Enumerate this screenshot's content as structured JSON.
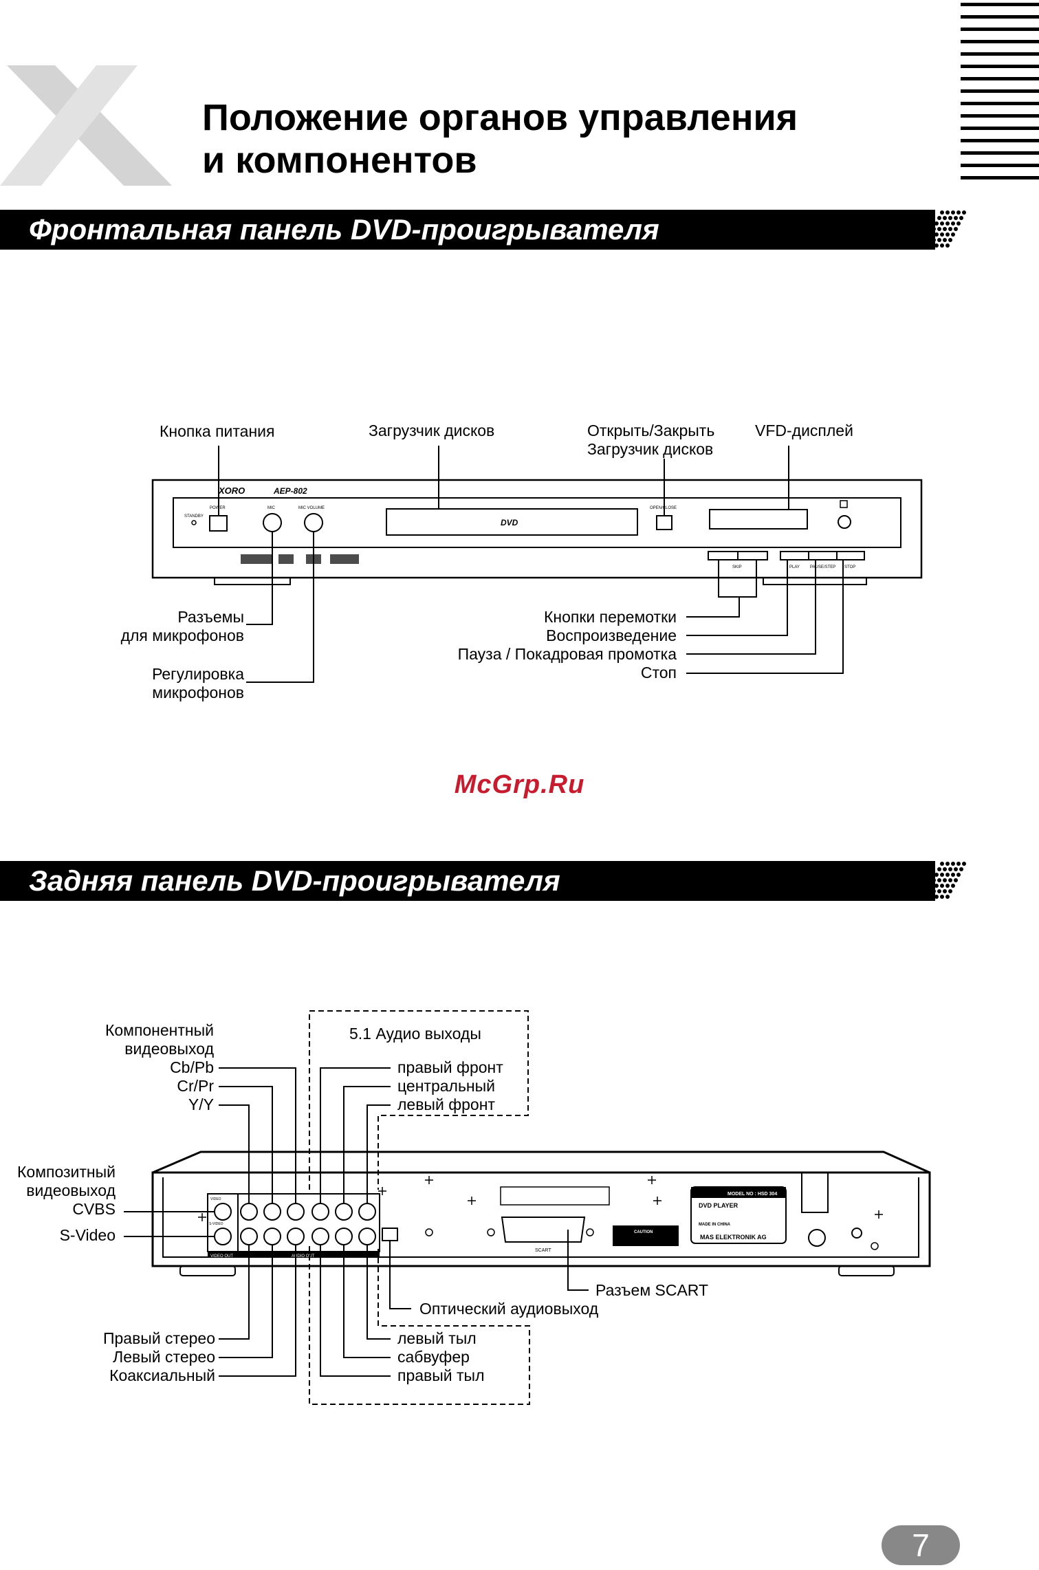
{
  "header": {
    "title_line1": "Положение органов управления",
    "title_line2": "и компонентов",
    "logo_letter": "X"
  },
  "front": {
    "section_title": "Фронтальная панель DVD-проигрывателя",
    "labels": {
      "power_button": "Кнопка питания",
      "disc_loader": "Загрузчик дисков",
      "open_close_l1": "Открыть/Закрыть",
      "open_close_l2": "Загрузчик дисков",
      "vfd": "VFD-дисплей",
      "mic_jacks_l1": "Разъемы",
      "mic_jacks_l2": "для микрофонов",
      "mic_volume_l1": "Регулировка",
      "mic_volume_l2": "микрофонов",
      "skip": "Кнопки перемотки",
      "play": "Воспроизведение",
      "pause": "Пауза / Покадровая промотка",
      "stop": "Стоп"
    },
    "device": {
      "brand": "XORO",
      "model": "AEP-802",
      "standby": "STANDBY",
      "power": "POWER",
      "mic": "MIC",
      "mic_volume": "MIC VOLUME",
      "open_close": "OPEN/CLOSE",
      "dvd": "DVD",
      "skip": "SKIP",
      "play": "PLAY",
      "pause_step": "PAUSE/STEP",
      "stop": "STOP"
    }
  },
  "rear": {
    "section_title": "Задняя панель DVD-проигрывателя",
    "labels": {
      "component_l1": "Компонентный",
      "component_l2": "видеовыход",
      "cb": "Cb/Pb",
      "cr": "Cr/Pr",
      "y": "Y/Y",
      "composite_l1": "Композитный",
      "composite_l2": "видеовыход",
      "composite_l3": "CVBS",
      "svideo": "S-Video",
      "audio51": "5.1 Аудио выходы",
      "front_right": "правый фронт",
      "center": "центральный",
      "front_left": "левый фронт",
      "scart": "Разъем SCART",
      "optical": "Оптический аудиовыход",
      "stereo_right": "Правый стерео",
      "stereo_left": "Левый стерео",
      "coaxial": "Коаксиальный",
      "rear_left": "левый тыл",
      "subwoofer": "сабвуфер",
      "rear_right": "правый тыл"
    },
    "device": {
      "video_out": "VIDEO OUT",
      "audio_out": "AUDIO OUT",
      "video": "VIDEO",
      "svideo": "S-VIDEO",
      "scart": "SCART",
      "model_no": "MODEL NO : HSD 304",
      "dvd_player": "DVD PLAYER",
      "made_in": "MADE IN CHINA",
      "company": "MAS ELEKTRONIK AG",
      "caution": "CAUTION"
    }
  },
  "watermark": "McGrp.Ru",
  "page_number": "7"
}
